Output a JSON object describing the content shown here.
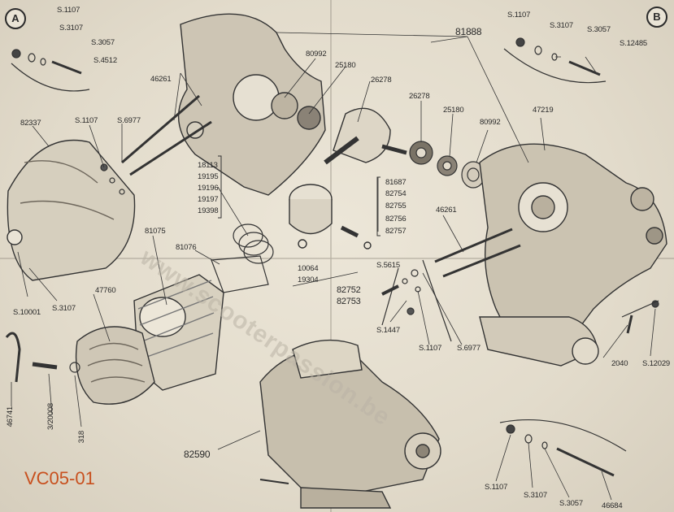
{
  "badges": {
    "left": "A",
    "right": "B"
  },
  "diagram_code": "VC05-01",
  "watermark": "www.scooterpassion.be",
  "labels": {
    "s1107_a": "S.1107",
    "s3107_a": "S.3107",
    "s3057_a": "S.3057",
    "s4512": "S.4512",
    "p46261_a": "46261",
    "p80992_a": "80992",
    "p25180_a": "25180",
    "p26278_a": "26278",
    "p82337": "82337",
    "s1107_b": "S.1107",
    "s6977_a": "S.6977",
    "g18113": "18113",
    "g19195": "19195",
    "g19196": "19196",
    "g19197": "19197",
    "g19398": "19398",
    "p81075": "81075",
    "p81076": "81076",
    "p47760": "47760",
    "s10001": "S.10001",
    "s3107_b": "S.3107",
    "p46741": "46741",
    "p3_20008": "3/20008",
    "p318": "318",
    "p82590": "82590",
    "p81888": "81888",
    "s1107_c": "S.1107",
    "s3107_c": "S.3107",
    "s3057_c": "S.3057",
    "s12485": "S.12485",
    "p26278_b": "26278",
    "p25180_b": "25180",
    "p80992_b": "80992",
    "p47219": "47219",
    "r81687": "81687",
    "r82754": "82754",
    "r82755": "82755",
    "r82756": "82756",
    "r82757": "82757",
    "p46261_b": "46261",
    "p10064": "10064",
    "p19304": "19304",
    "s5615": "S.5615",
    "p82752": "82752",
    "p82753": "82753",
    "s1447": "S.1447",
    "s1107_d": "S.1107",
    "s6977_b": "S.6977",
    "p2040": "2040",
    "s12029": "S.12029",
    "s1107_e": "S.1107",
    "s3107_e": "S.3107",
    "s3057_e": "S.3057",
    "p46684": "46684"
  }
}
